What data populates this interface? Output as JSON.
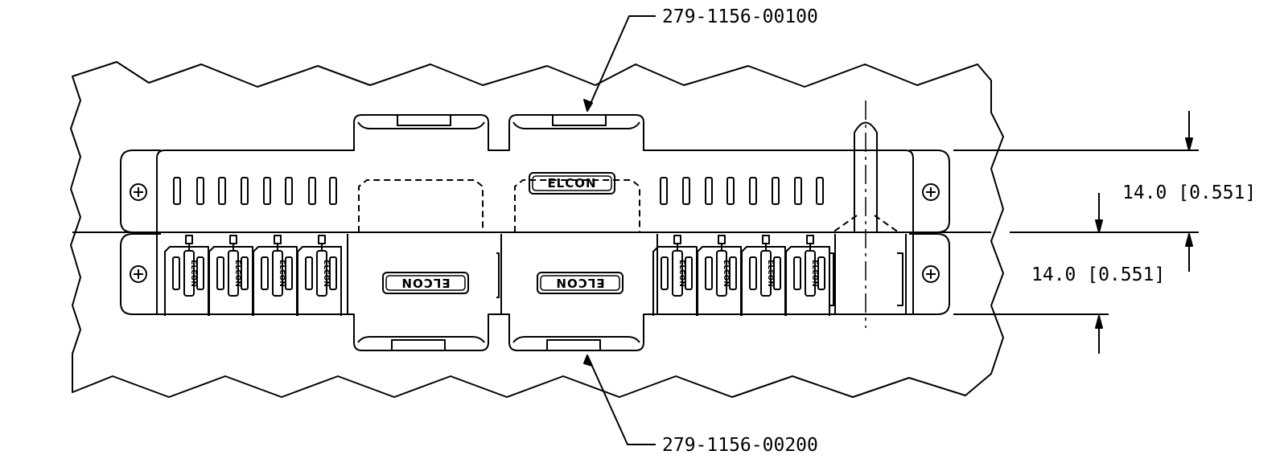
{
  "callouts": {
    "top_part_number": "279-1156-00100",
    "bottom_part_number": "279-1156-00200"
  },
  "dimensions": {
    "upper_height": "14.0 [0.551]",
    "lower_height": "14.0 [0.551]"
  },
  "logo_text": "ELCON",
  "colors": {
    "line": "#000000",
    "background": "#ffffff"
  }
}
